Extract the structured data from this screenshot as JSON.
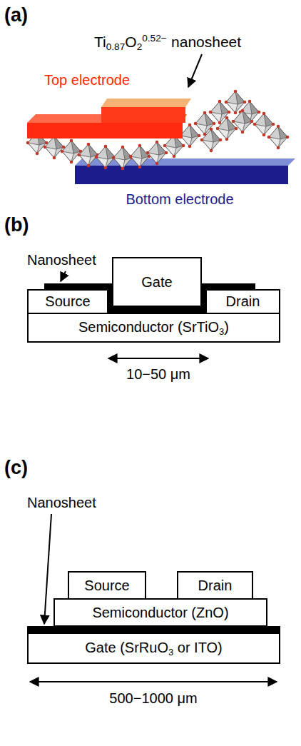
{
  "diagram": {
    "nodes": [
      {
        "text": [
          "Gate"
        ]
      },
      {
        "text": [
          "Source"
        ]
      },
      {
        "text": [
          "Drain"
        ]
      },
      {
        "text": [
          "Semiconductor (SrTiO",
          "3",
          ")"
        ]
      },
      {
        "text": [
          "Source"
        ]
      },
      {
        "text": [
          "Drain"
        ]
      },
      {
        "text": [
          "Semiconductor (ZnO)"
        ]
      },
      {
        "text": [
          "Gate (SrRuO",
          "3",
          " or ITO)"
        ]
      }
    ],
    "labels": [
      "(a)",
      "Ti",
      "0.87",
      "O",
      "2",
      "0.52−",
      "nanosheet",
      "Top electrode",
      "Bottom electrode",
      "(b)",
      "Nanosheet",
      "10−50 μm",
      "(c)",
      "Nanosheet",
      "500−1000 μm"
    ]
  }
}
